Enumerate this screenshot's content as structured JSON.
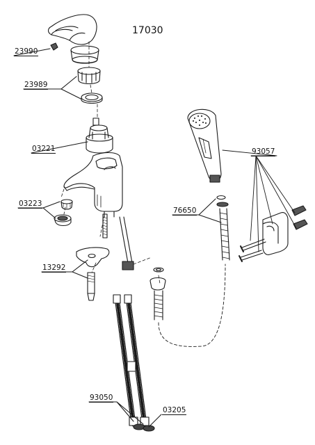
{
  "diagram": {
    "model_number": "17030",
    "part_labels": {
      "p23990": "23990",
      "p23989": "23989",
      "p03221": "03221",
      "p03223": "03223",
      "p13292": "13292",
      "p93050": "93050",
      "p03205": "03205",
      "p76650": "76650",
      "p93057": "93057"
    },
    "line_color": "#1a1a1a",
    "dark_fill": "#555555"
  }
}
